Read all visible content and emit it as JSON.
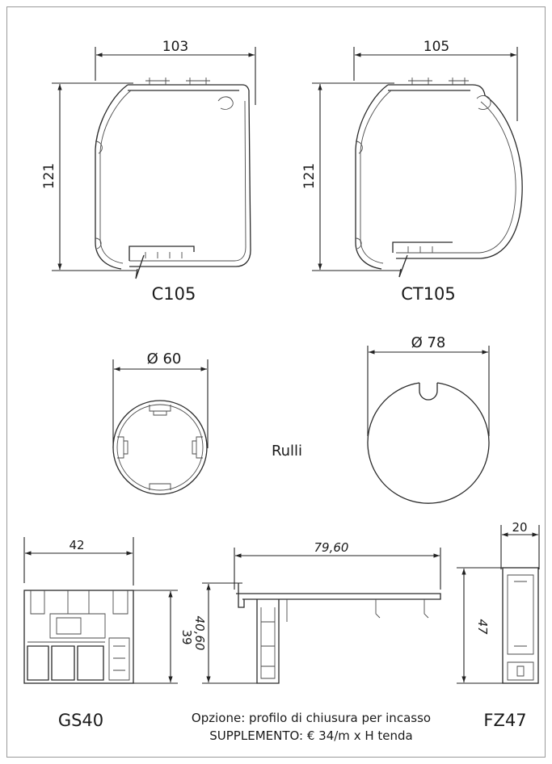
{
  "colors": {
    "frame": "#9a9a9a",
    "line": "#222222",
    "background": "#ffffff"
  },
  "profiles": {
    "c105": {
      "name": "C105",
      "width": "103",
      "height": "121"
    },
    "ct105": {
      "name": "CT105",
      "width": "105",
      "height": "121"
    },
    "roller_small": {
      "diameter": "Ø 60"
    },
    "roller_large": {
      "diameter": "Ø 78"
    },
    "rollers_label": "Rulli",
    "gs40": {
      "name": "GS40",
      "width": "42",
      "height": "39"
    },
    "closure": {
      "width": "79,60",
      "height": "40,60"
    },
    "fz47": {
      "name": "FZ47",
      "width": "20",
      "height": "47"
    }
  },
  "option": {
    "line1": "Opzione: profilo di chiusura per incasso",
    "line2": "SUPPLEMENTO: € 34/m x H tenda"
  }
}
